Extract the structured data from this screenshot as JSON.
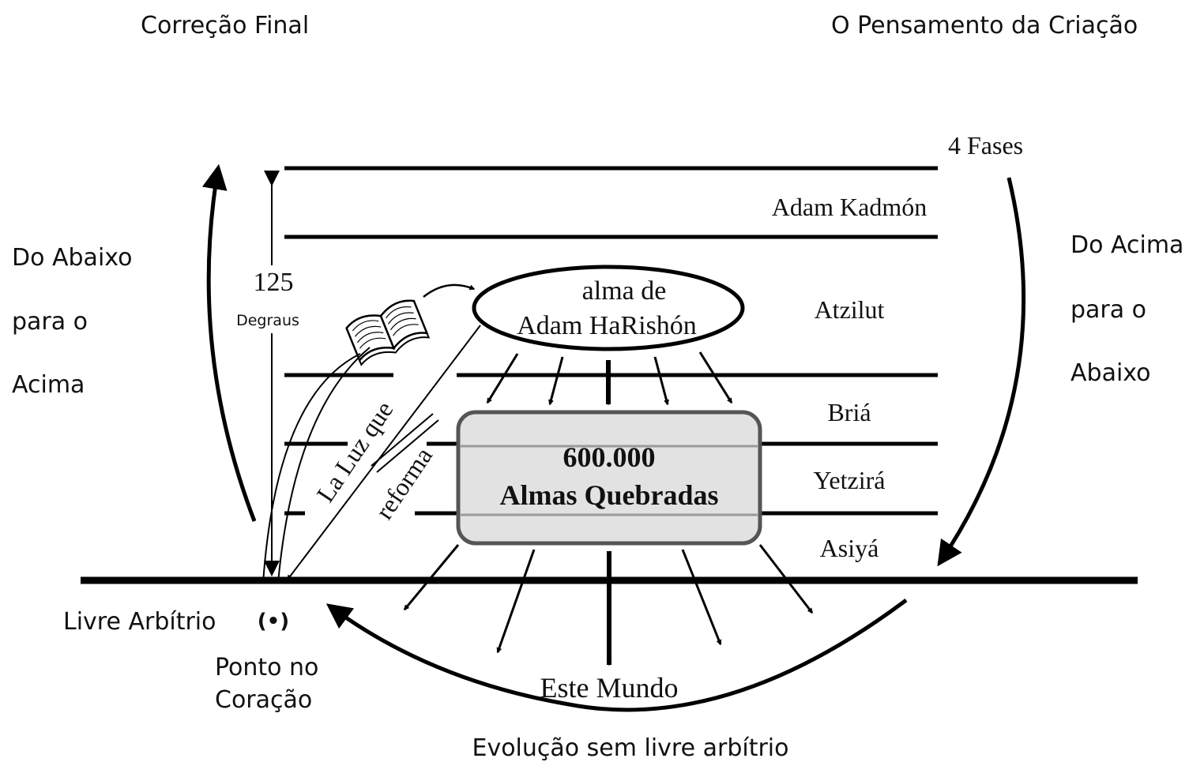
{
  "top": {
    "left_title": "Correção Final",
    "right_title": "O Pensamento da Criação"
  },
  "left_side": {
    "line1": "Do Abaixo",
    "line2": "para o",
    "line3": "Acima"
  },
  "right_side": {
    "line1": "Do Acima",
    "line2": "para o",
    "line3": "Abaixo"
  },
  "phases_label": "4 Fases",
  "worlds": [
    "Adam Kadmón",
    "Atzilut",
    "Briá",
    "Yetzirá",
    "Asiyá"
  ],
  "degrees": {
    "number": "125",
    "label": "Degraus"
  },
  "soul": {
    "line1": "alma de",
    "line2": "Adam HaRishón"
  },
  "broken_souls": {
    "line1": "600.000",
    "line2": "Almas Quebradas"
  },
  "light": {
    "line1": "La Luz que",
    "line2": "reforma"
  },
  "free_will": "Livre Arbítrio",
  "point": {
    "symbol": "(•)",
    "line1": "Ponto no",
    "line2": "Coração"
  },
  "this_world": "Este Mundo",
  "bottom_caption": "Evolução sem livre arbítrio",
  "colors": {
    "line": "#000000",
    "box_fill": "#e2e2e2",
    "box_stripe": "#9a9a9a"
  }
}
